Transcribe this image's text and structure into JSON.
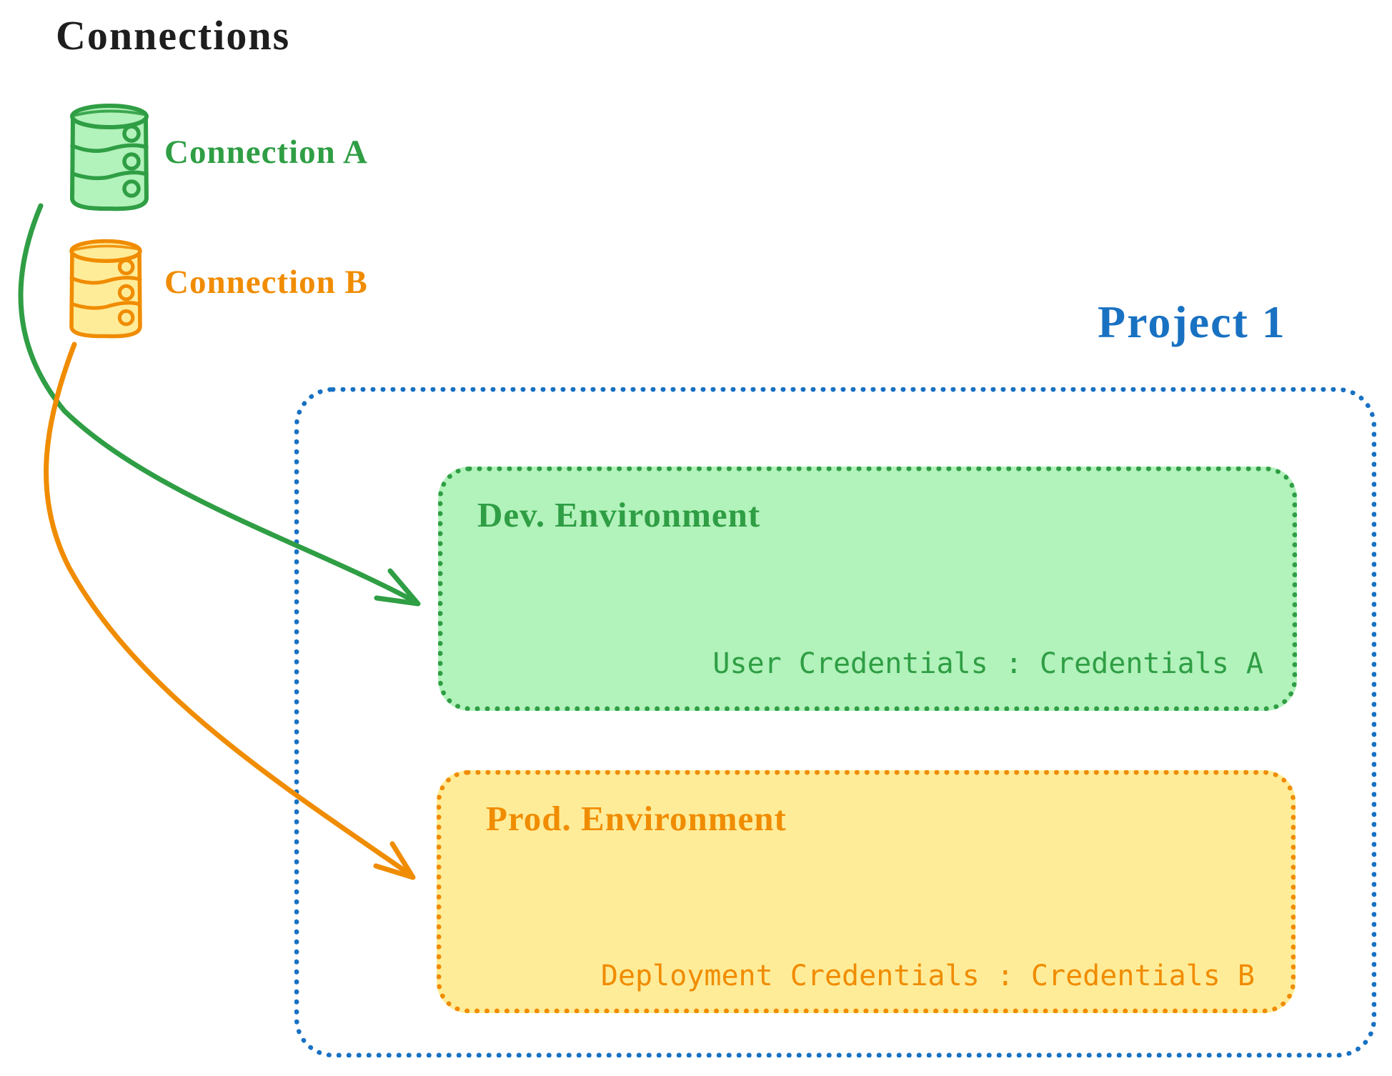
{
  "palette": {
    "ink": "#1e1e1e",
    "green": "#2f9e44",
    "green-fill": "#b2f2bb",
    "orange": "#f08c00",
    "orange-fill": "#ffec99",
    "blue": "#1971c2"
  },
  "title": "Connections",
  "connections": [
    {
      "label": "Connection A",
      "icon": "database-icon",
      "color": "#2f9e44"
    },
    {
      "label": "Connection B",
      "icon": "database-icon",
      "color": "#f08c00"
    }
  ],
  "project": {
    "title": "Project 1",
    "environments": [
      {
        "name": "Dev. Environment",
        "credentials": "User Credentials : Credentials A",
        "accent": "#2f9e44",
        "fill": "#b2f2bb",
        "linked_connection": "Connection A"
      },
      {
        "name": "Prod. Environment",
        "credentials": "Deployment Credentials : Credentials B",
        "accent": "#f08c00",
        "fill": "#ffec99",
        "linked_connection": "Connection B"
      }
    ]
  }
}
